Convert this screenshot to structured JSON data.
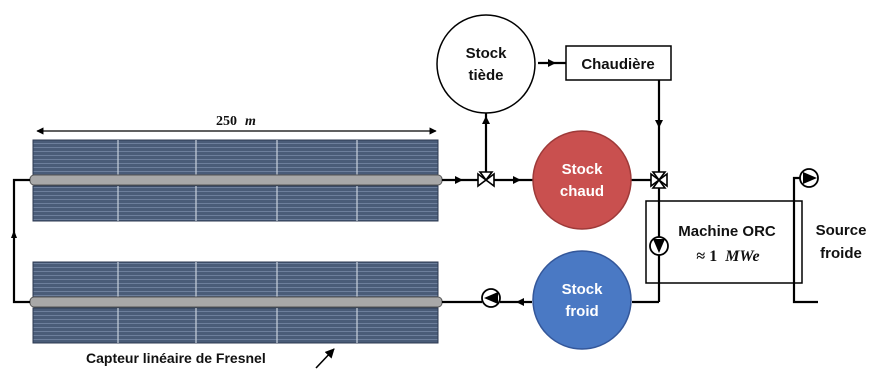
{
  "labels": {
    "dimension_value": "250",
    "dimension_unit": "m",
    "stock_tiede_line1": "Stock",
    "stock_tiede_line2": "tiède",
    "chaudiere": "Chaudière",
    "stock_chaud_line1": "Stock",
    "stock_chaud_line2": "chaud",
    "stock_froid_line1": "Stock",
    "stock_froid_line2": "froid",
    "machine_line1": "Machine ORC",
    "machine_approx": "≈ 1",
    "machine_unit": "MWe",
    "source_line1": "Source",
    "source_line2": "froide",
    "collector_caption": "Capteur linéaire de Fresnel"
  },
  "colors": {
    "panel": "#4a5c78",
    "panel_dark": "#2c3a52",
    "pipe": "#a8a8a8",
    "stock_chaud": "#c9504f",
    "stock_froid": "#4a79c4",
    "line": "#000000"
  },
  "icons": [
    "valve-icon",
    "pump-icon",
    "flow-arrow-icon",
    "caption-arrow-icon"
  ]
}
